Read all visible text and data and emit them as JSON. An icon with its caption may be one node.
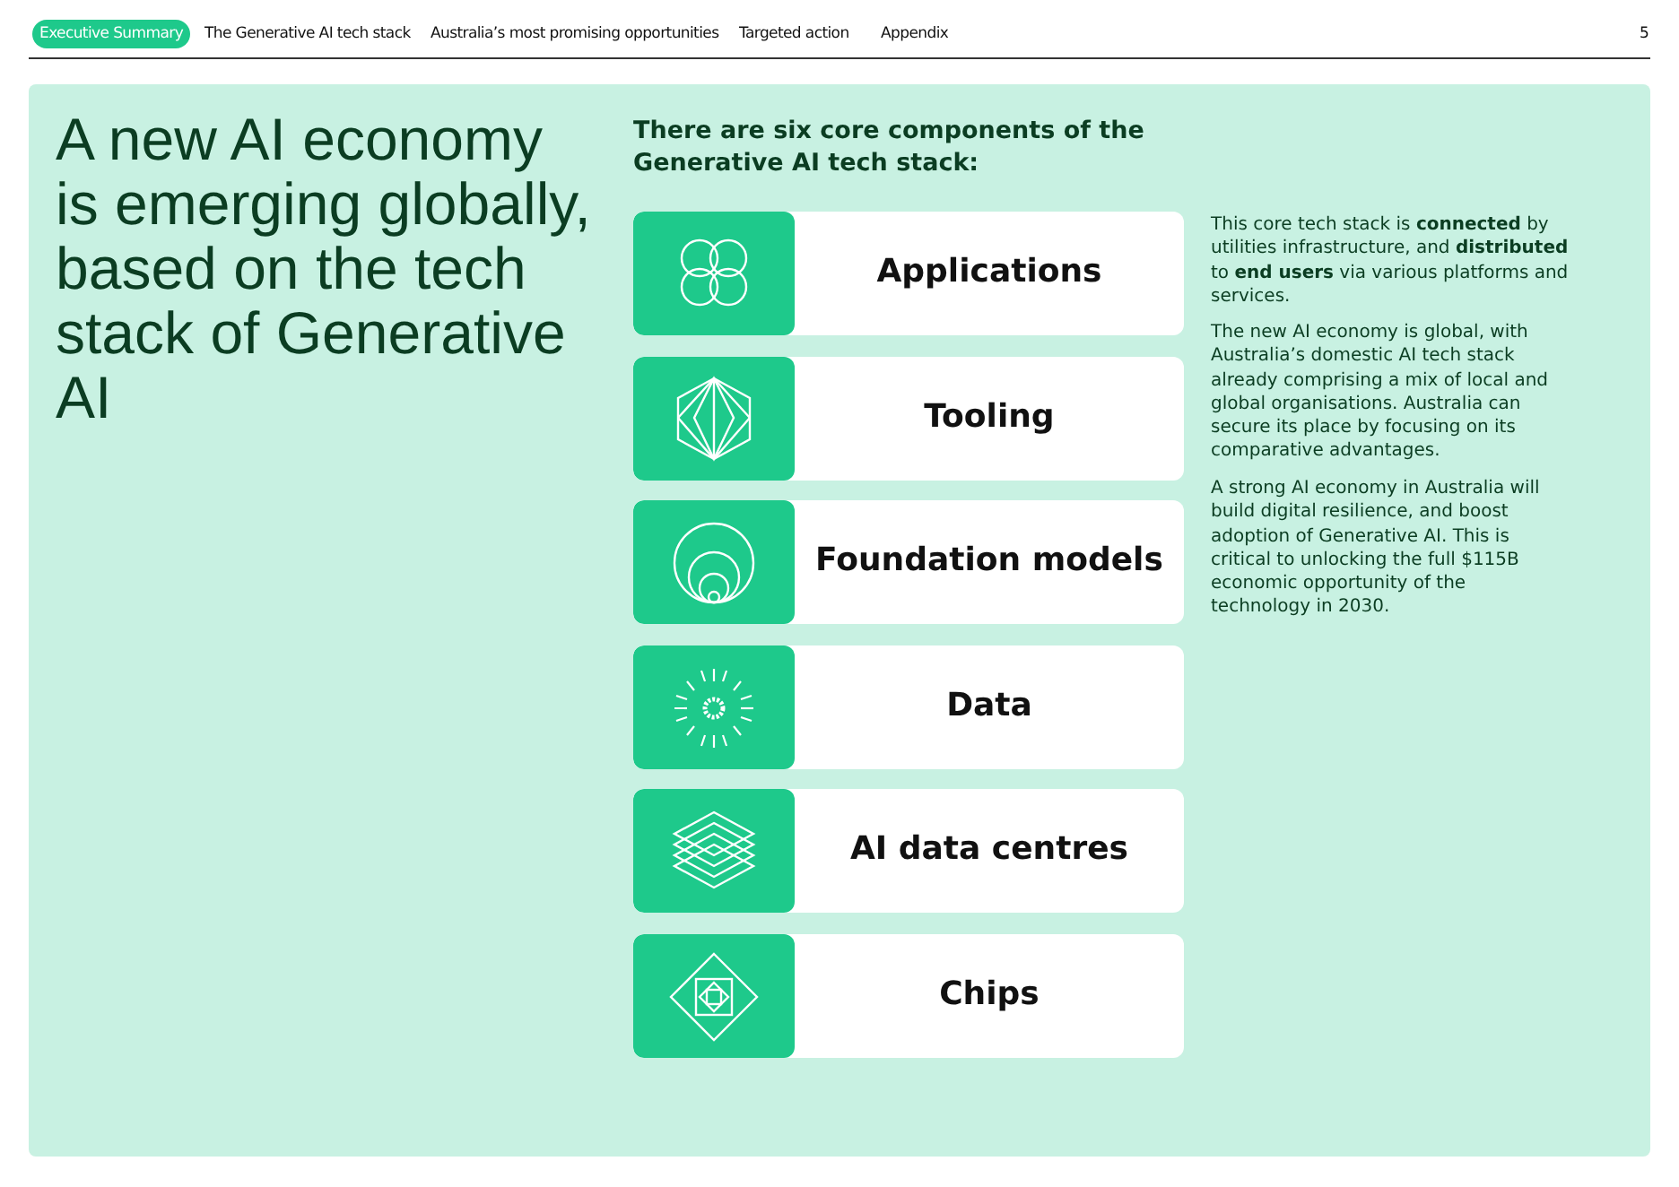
{
  "diagram": {
    "title": "A new AI economy is emerging globally, based on the tech stack of Generative AI",
    "nodes": [
      {
        "text": [
          "Applications"
        ]
      },
      {
        "text": [
          "Tooling"
        ]
      },
      {
        "text": [
          "Foundation models"
        ]
      },
      {
        "text": [
          "Data"
        ]
      },
      {
        "text": [
          "AI data centres"
        ]
      },
      {
        "text": [
          "Chips"
        ]
      }
    ],
    "edges": [],
    "labels": [
      "Executive Summary",
      "The Generative AI tech stack",
      "Australia’s most promising opportunities",
      "Targeted action",
      "Appendix",
      "5",
      "There are six core components of the Generative AI tech stack:",
      "This core tech stack is **connected** by utilities infrastructure, and **distributed** to **end users** via various platforms and services.",
      "The new AI economy is global, with Australia’s domestic AI tech stack already comprising a mix of local and global organisations. Australia can secure its place by focusing on its comparative advantages.",
      "A strong AI economy in Australia will build digital resilience, and boost adoption of Generative AI. This is critical to unlocking the full $115B economic opportunity of the technology in 2030."
    ]
  }
}
